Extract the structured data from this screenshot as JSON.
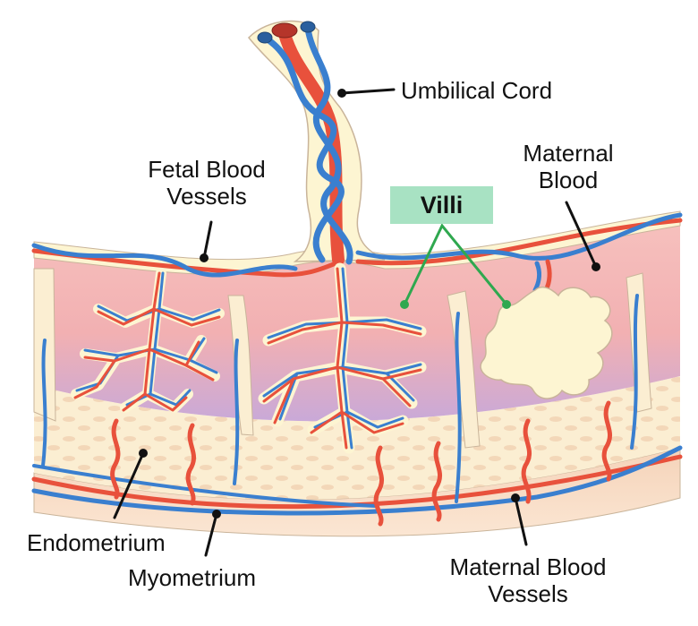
{
  "labels": {
    "umbilical_cord": "Umbilical Cord",
    "fetal_blood_vessels_line1": "Fetal Blood",
    "fetal_blood_vessels_line2": "Vessels",
    "maternal_blood_line1": "Maternal",
    "maternal_blood_line2": "Blood",
    "villi": "Villi",
    "endometrium": "Endometrium",
    "myometrium": "Myometrium",
    "maternal_blood_vessels_line1": "Maternal Blood",
    "maternal_blood_vessels_line2": "Vessels"
  },
  "colors": {
    "artery_red": "#e8513c",
    "vein_blue": "#3a7fcf",
    "cord_cream": "#fdf5d2",
    "intervillous_pink": "#f3b3b3",
    "endometrium_cream": "#fbeed2",
    "myometrium_peach": "#f7dcc4",
    "villi_label_green": "#a8e2c3",
    "pointer_green": "#2fa84f",
    "pointer_black": "#111111"
  }
}
